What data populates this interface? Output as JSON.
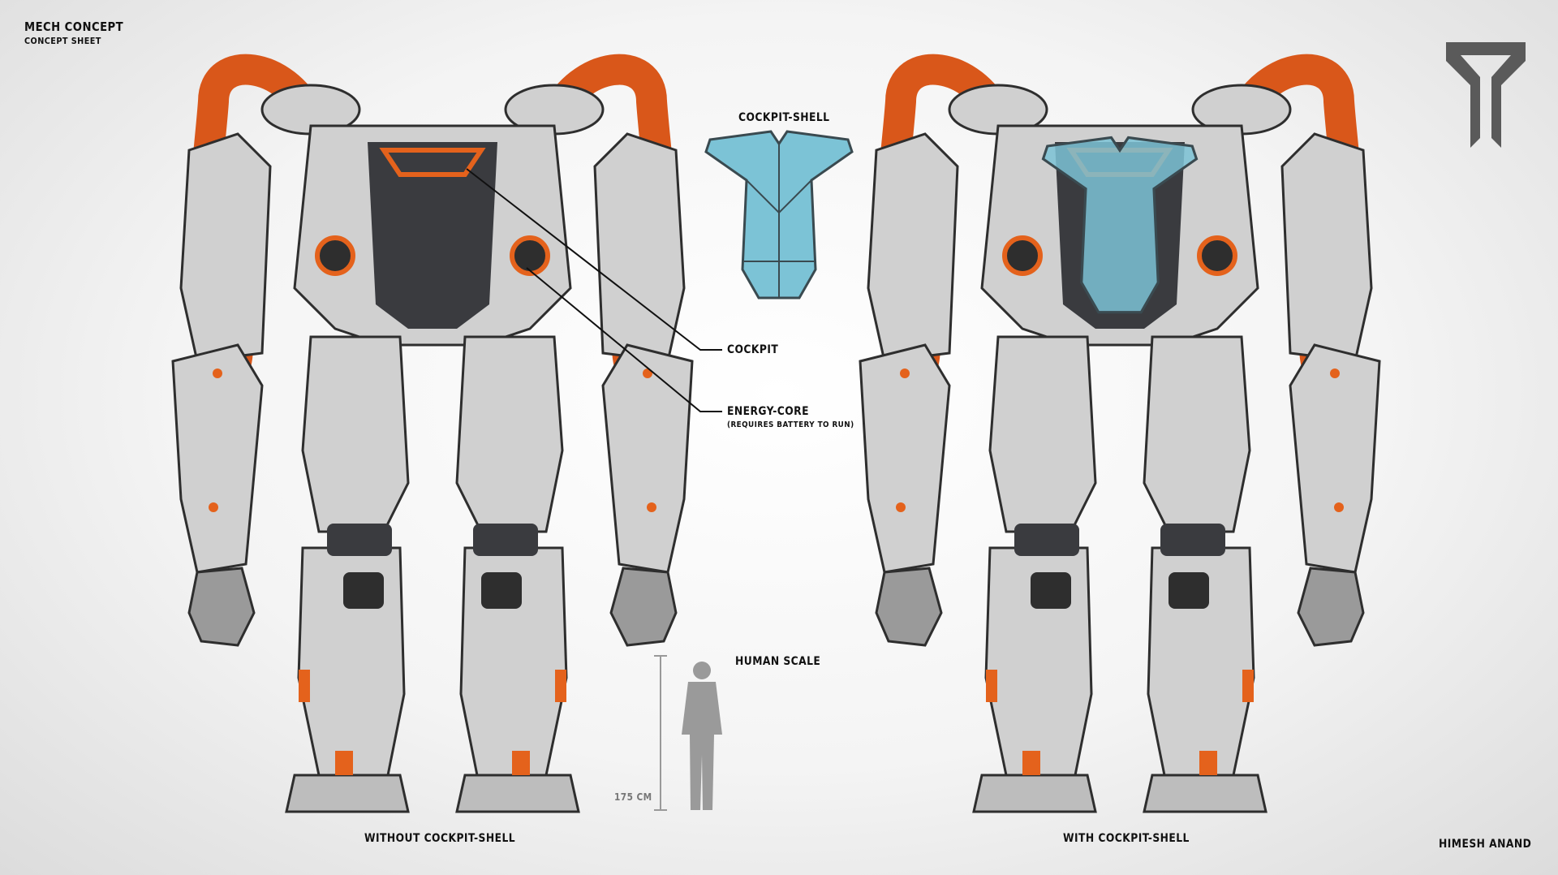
{
  "header": {
    "title": "MECH CONCEPT",
    "subtitle": "CONCEPT SHEET"
  },
  "shell": {
    "title": "COCKPIT-SHELL"
  },
  "callouts": {
    "cockpit": "COCKPIT",
    "energy_core": "ENERGY-CORE",
    "energy_core_note": "(REQUIRES BATTERY TO RUN)"
  },
  "scale": {
    "title": "HUMAN SCALE",
    "height_label": "175 CM"
  },
  "views": {
    "left": "WITHOUT COCKPIT-SHELL",
    "right": "WITH COCKPIT-SHELL"
  },
  "author": "HIMESH ANAND",
  "colors": {
    "accent": "#e4621c",
    "shell": "#7cc3d6",
    "armor": "#d2d2d2",
    "dark": "#35363a"
  }
}
